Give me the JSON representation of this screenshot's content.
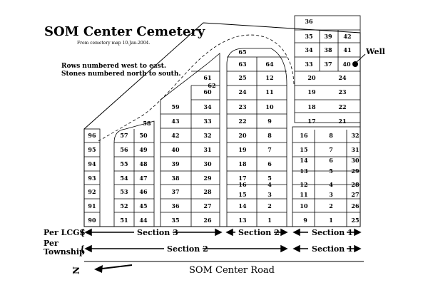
{
  "map": {
    "title": "SOM Center Cemetery",
    "subtitle": "From cemetery map 10-Jan-2004.",
    "notes": [
      "Rows numbered west to east.",
      "Stones numbered north to south."
    ],
    "well_label": "Well",
    "road_label": "SOM Center Road",
    "north_symbol": "N",
    "row_labels": {
      "lcgs": "Per LCGS",
      "township_line1": "Per",
      "township_line2": "Township"
    },
    "sections_lcgs": [
      "Section 3",
      "Section 2",
      "Section 1"
    ],
    "sections_township": [
      "Section 2",
      "Section 1"
    ],
    "lot_numbers": {
      "far_left": [
        "96",
        "95",
        "94",
        "93",
        "92",
        "91",
        "90"
      ],
      "section3_col_a": [
        "57",
        "56",
        "55",
        "54",
        "53",
        "52",
        "51"
      ],
      "section3_col_b": [
        "58",
        "50",
        "49",
        "48",
        "47",
        "46",
        "45",
        "44"
      ],
      "section3_col_c": [
        "59",
        "43",
        "42",
        "40",
        "39",
        "38",
        "37",
        "36",
        "35"
      ],
      "section3_col_d": [
        "62",
        "61",
        "60",
        "34",
        "33",
        "32",
        "31",
        "30",
        "29",
        "28",
        "27",
        "26"
      ],
      "section2_col_a": [
        "65",
        "63",
        "25",
        "24",
        "23",
        "22",
        "20",
        "19",
        "18",
        "17",
        "16",
        "15",
        "14",
        "13"
      ],
      "section2_col_b": [
        "64",
        "12",
        "11",
        "10",
        "9",
        "8",
        "7",
        "6",
        "5",
        "4",
        "3",
        "2",
        "1"
      ],
      "section1_top": [
        "36",
        "35",
        "39",
        "42",
        "34",
        "38",
        "41",
        "33",
        "37",
        "40",
        "20",
        "24",
        "19",
        "23",
        "18",
        "22",
        "17",
        "21"
      ],
      "section1_lower": [
        "16",
        "8",
        "32",
        "15",
        "7",
        "31",
        "14",
        "6",
        "30",
        "13",
        "5",
        "29",
        "12",
        "4",
        "28",
        "11",
        "3",
        "27",
        "10",
        "2",
        "26",
        "9",
        "1",
        "25"
      ]
    }
  }
}
